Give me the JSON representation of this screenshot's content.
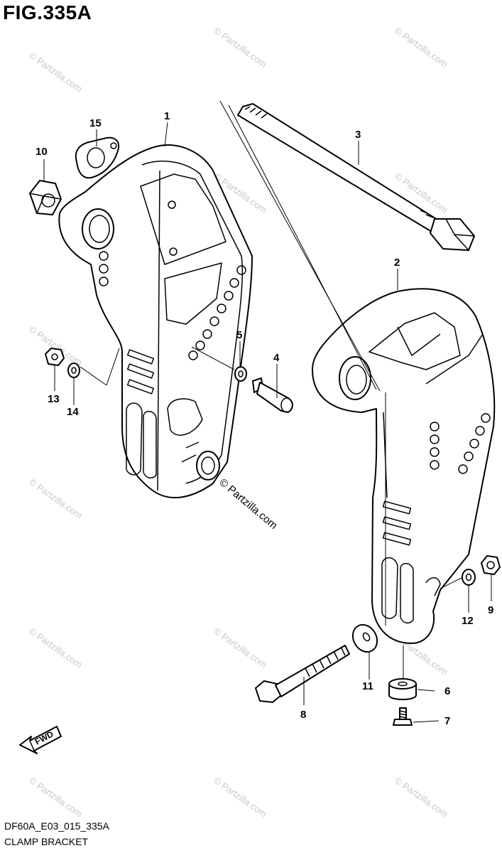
{
  "header": {
    "title": "FIG.335A"
  },
  "footer": {
    "code": "DF60A_E03_015_335A",
    "caption": "CLAMP BRACKET"
  },
  "watermark": {
    "text": "© Partzilla.com",
    "color": "#c8c8c8"
  },
  "fwd_label": "FWD",
  "callouts": [
    "1",
    "2",
    "3",
    "4",
    "5",
    "6",
    "7",
    "8",
    "9",
    "10",
    "11",
    "12",
    "13",
    "14",
    "15"
  ]
}
